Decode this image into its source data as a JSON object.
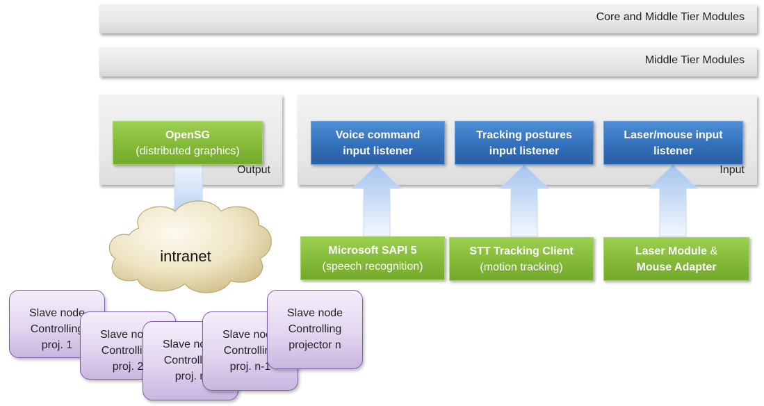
{
  "tiers": {
    "core_middle": "Core and Middle Tier Modules",
    "middle": "Middle Tier Modules"
  },
  "output_panel": {
    "label": "Output",
    "opensg": {
      "title": "OpenSG",
      "subtitle": "(distributed graphics)"
    }
  },
  "input_panel": {
    "label": "Input",
    "listeners": [
      {
        "line1": "Voice command",
        "line2": "input listener"
      },
      {
        "line1": "Tracking postures",
        "line2": "input listener"
      },
      {
        "line1": "Laser/mouse input",
        "line2": "listener"
      }
    ]
  },
  "sources": [
    {
      "line1": "Microsoft SAPI 5",
      "line2": "(speech recognition)"
    },
    {
      "line1": "STT Tracking Client",
      "line2": "(motion tracking)"
    },
    {
      "line1a": "Laser Module",
      "line1b": " &",
      "line2": "Mouse Adapter"
    }
  ],
  "cloud_label": "intranet",
  "slaves": [
    {
      "line1": "Slave node",
      "line2": "Controlling",
      "line3": "proj. 1"
    },
    {
      "line1": "Slave node",
      "line2": "Controlling",
      "line3": "proj. 2"
    },
    {
      "line1": "Slave node",
      "line2": "Controlling",
      "line3": "proj. n"
    },
    {
      "line1": "Slave node",
      "line2": "Controlling",
      "line3": "proj. n-1"
    },
    {
      "line1": "Slave node",
      "line2": "Controlling",
      "line3": "projector n"
    }
  ],
  "colors": {
    "green": "#86bc3a",
    "blue": "#3472bd",
    "arrow": "#a9c8f2",
    "cloud": "#e8dcb0",
    "slave": "#d9cbea"
  }
}
